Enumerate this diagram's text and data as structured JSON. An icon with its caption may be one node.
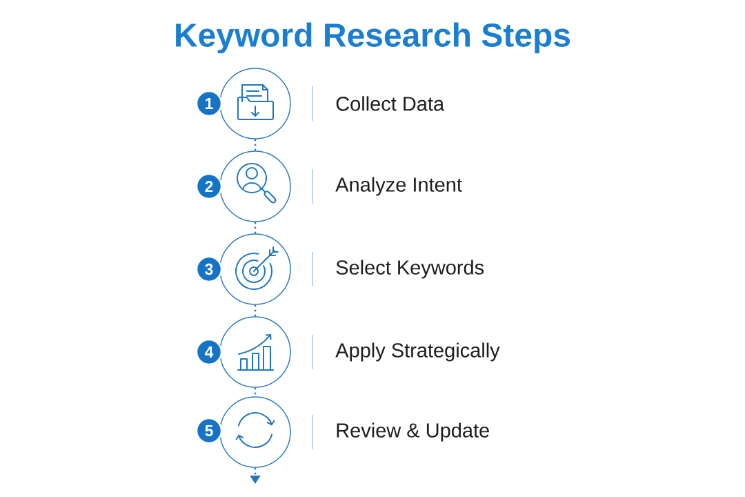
{
  "diagram": {
    "title": "Keyword Research Steps",
    "nodes": [
      {
        "text": [
          "1"
        ]
      },
      {
        "text": [],
        "shape": "circle",
        "beside": [
          "Collect Data"
        ]
      },
      {
        "text": [
          "2"
        ]
      },
      {
        "text": [],
        "shape": "circle",
        "beside": [
          "Analyze Intent"
        ]
      },
      {
        "text": [
          "3"
        ]
      },
      {
        "text": [],
        "shape": "circle",
        "beside": [
          "Select Keywords"
        ]
      },
      {
        "text": [
          "4"
        ]
      },
      {
        "text": [],
        "shape": "circle",
        "beside": [
          "Apply Strategically"
        ]
      },
      {
        "text": [
          "5"
        ]
      },
      {
        "text": [],
        "shape": "circle",
        "beside": [
          "Review & Update"
        ]
      }
    ],
    "edges": [
      {
        "from": 1,
        "to": 3,
        "arrow": "none",
        "style": "dashed"
      },
      {
        "from": 3,
        "to": 5,
        "arrow": "none",
        "style": "dashed"
      },
      {
        "from": 5,
        "to": 7,
        "arrow": "none",
        "style": "dashed"
      },
      {
        "from": 7,
        "to": 9,
        "arrow": "none",
        "style": "dashed"
      },
      {
        "from": 9,
        "to": null,
        "arrow": "to",
        "style": "dashed"
      }
    ]
  }
}
